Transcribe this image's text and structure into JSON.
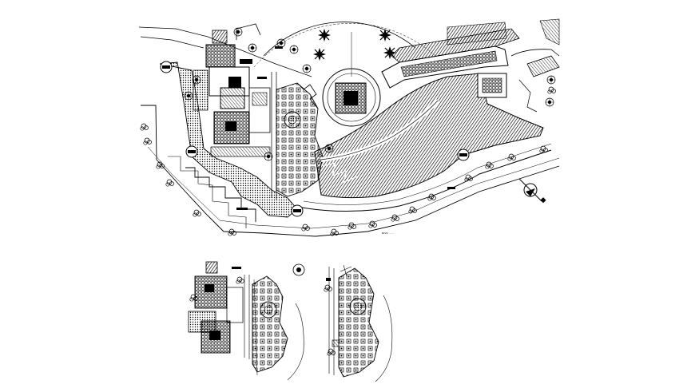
{
  "drawing": {
    "background": "#ffffff",
    "ink": "#000000",
    "views": [
      {
        "id": "site-plan",
        "kind": "master landscape site plan"
      },
      {
        "id": "detail-left",
        "kind": "enlarged partial plan"
      },
      {
        "id": "detail-right",
        "kind": "enlarged partial plan"
      }
    ],
    "street_label": "BLVD ........",
    "north_arrow": "north-arrow-icon"
  }
}
